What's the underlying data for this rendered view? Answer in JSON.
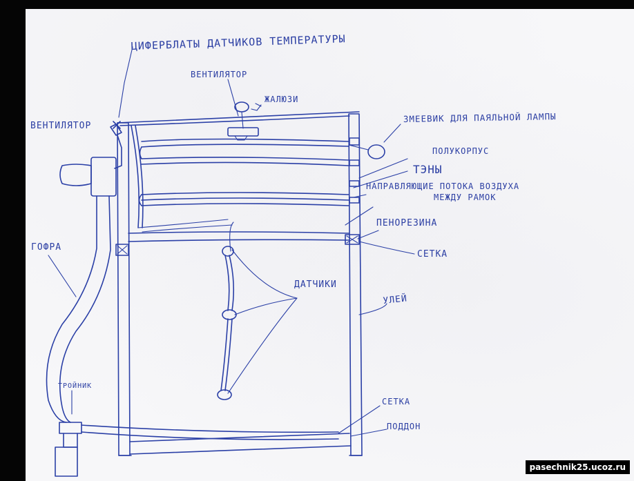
{
  "labels": {
    "thermo_dials": "ЦИФЕРБЛАТЫ ДАТЧИКОВ ТЕМПЕРАТУРЫ",
    "fan_top": "ВЕНТИЛЯТОР",
    "louvers": "ЖАЛЮЗИ",
    "fan_left": "ВЕНТИЛЯТОР",
    "coil": "ЗМЕЕВИК ДЛЯ ПАЯЛЬНОЙ ЛАМПЫ",
    "half_body": "ПОЛУКОРПУС",
    "heaters": "ТЭНЫ",
    "airflow_guides_1": "НАПРАВЛЯЮЩИЕ ПОТОКА ВОЗДУХА",
    "airflow_guides_2": "МЕЖДУ РАМОК",
    "foam": "ПЕНОРЕЗИНА",
    "mesh_top": "СЕТКА",
    "corrugation": "ГОФРА",
    "sensors": "ДАТЧИКИ",
    "hive": "УЛЕЙ",
    "tee": "ТРОЙНИК",
    "mesh_bottom": "СЕТКА",
    "tray": "ПОДДОН"
  },
  "watermark": "pasechnik25.ucoz.ru"
}
